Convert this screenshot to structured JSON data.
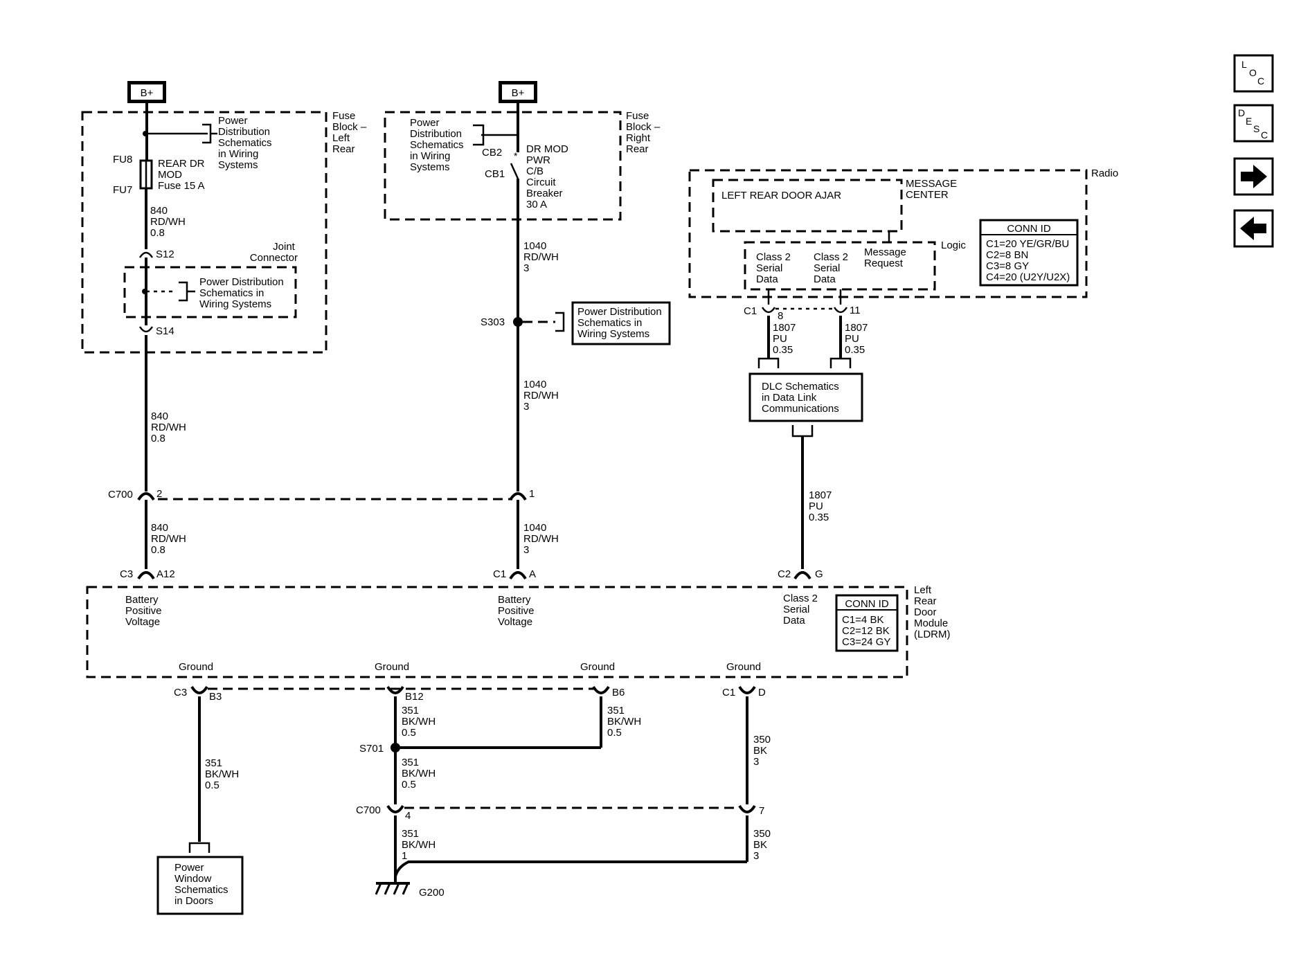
{
  "power_sources": {
    "left": "B+",
    "right": "B+"
  },
  "fuse_block_left": {
    "name": [
      "Fuse",
      "Block –",
      "Left",
      "Rear"
    ],
    "pd_ref": [
      "Power",
      "Distribution",
      "Schematics",
      "in Wiring",
      "Systems"
    ],
    "fuse_top": "FU8",
    "fuse_bottom": "FU7",
    "fuse_label": [
      "REAR DR",
      "MOD",
      "Fuse 15 A"
    ],
    "wire_a": [
      "840",
      "RD/WH",
      "0.8"
    ],
    "splice_top": "S12",
    "splice_bottom": "S14",
    "joint": [
      "Joint",
      "Connector"
    ],
    "joint_ref": [
      "Power Distribution",
      "Schematics in",
      "Wiring Systems"
    ]
  },
  "fuse_block_right": {
    "name": [
      "Fuse",
      "Block –",
      "Right",
      "Rear"
    ],
    "pd_ref": [
      "Power",
      "Distribution",
      "Schematics",
      "in Wiring",
      "Systems"
    ],
    "cb_top": "CB2",
    "cb_bottom": "CB1",
    "cb_label": [
      "DR MOD",
      "PWR",
      "C/B",
      "Circuit",
      "Breaker",
      "30 A"
    ]
  },
  "wire_1040_a": [
    "1040",
    "RD/WH",
    "3"
  ],
  "splice_s303": "S303",
  "s303_ref": [
    "Power Distribution",
    "Schematics in",
    "Wiring Systems"
  ],
  "wire_1040_b": [
    "1040",
    "RD/WH",
    "3"
  ],
  "wire_840_b": [
    "840",
    "RD/WH",
    "0.8"
  ],
  "c700_top": {
    "name": "C700",
    "pin_left": "2",
    "pin_right": "1"
  },
  "wire_840_c": [
    "840",
    "RD/WH",
    "0.8"
  ],
  "wire_1040_c": [
    "1040",
    "RD/WH",
    "3"
  ],
  "radio": {
    "name": "Radio",
    "message_center": [
      "MESSAGE",
      "CENTER"
    ],
    "display_text": "LEFT REAR DOOR AJAR",
    "logic": "Logic",
    "class2_a": [
      "Class 2",
      "Serial",
      "Data"
    ],
    "class2_b": [
      "Class 2",
      "Serial",
      "Data"
    ],
    "message_request": [
      "Message",
      "Request"
    ],
    "conn_title": "CONN ID",
    "conn_ids": [
      "C1=20 YE/GR/BU",
      "C2=8 BN",
      "C3=8 GY",
      "C4=20 (U2Y/U2X)"
    ],
    "connector": "C1",
    "pin_a": "8",
    "pin_b": "11"
  },
  "wire_1807_a": [
    "1807",
    "PU",
    "0.35"
  ],
  "wire_1807_b": [
    "1807",
    "PU",
    "0.35"
  ],
  "dlc_ref": [
    "DLC Schematics",
    "in Data Link",
    "Communications"
  ],
  "wire_1807_c": [
    "1807",
    "PU",
    "0.35"
  ],
  "ldrm": {
    "name": [
      "Left",
      "Rear",
      "Door",
      "Module",
      "(LDRM)"
    ],
    "conn_c3": "C3",
    "pin_a12": "A12",
    "conn_c1": "C1",
    "pin_a": "A",
    "conn_c2": "C2",
    "pin_g": "G",
    "bpv_left": [
      "Battery",
      "Positive",
      "Voltage"
    ],
    "bpv_mid": [
      "Battery",
      "Positive",
      "Voltage"
    ],
    "class2": [
      "Class 2",
      "Serial",
      "Data"
    ],
    "conn_title": "CONN ID",
    "conn_ids": [
      "C1=4 BK",
      "C2=12 BK",
      "C3=24 GY"
    ],
    "ground": "Ground",
    "gnd_conn_c3": "C3",
    "gnd_pin_b3": "B3",
    "gnd_pin_b12": "B12",
    "gnd_pin_b6": "B6",
    "gnd_conn_c1": "C1",
    "gnd_pin_d": "D"
  },
  "wire_351_left": [
    "351",
    "BK/WH",
    "0.5"
  ],
  "wire_351_b12": [
    "351",
    "BK/WH",
    "0.5"
  ],
  "wire_351_b6": [
    "351",
    "BK/WH",
    "0.5"
  ],
  "splice_s701": "S701",
  "wire_351_s701": [
    "351",
    "BK/WH",
    "0.5"
  ],
  "wire_350_a": [
    "350",
    "BK",
    "3"
  ],
  "c700_bottom": {
    "name": "C700",
    "pin_left": "4",
    "pin_right": "7"
  },
  "wire_351_g": [
    "351",
    "BK/WH",
    "1"
  ],
  "wire_350_b": [
    "350",
    "BK",
    "3"
  ],
  "ground_g200": "G200",
  "power_window_ref": [
    "Power",
    "Window",
    "Schematics",
    "in Doors"
  ],
  "nav": {
    "loc": [
      "L",
      "O",
      "C"
    ],
    "desc": [
      "D",
      "E",
      "S",
      "C"
    ]
  }
}
